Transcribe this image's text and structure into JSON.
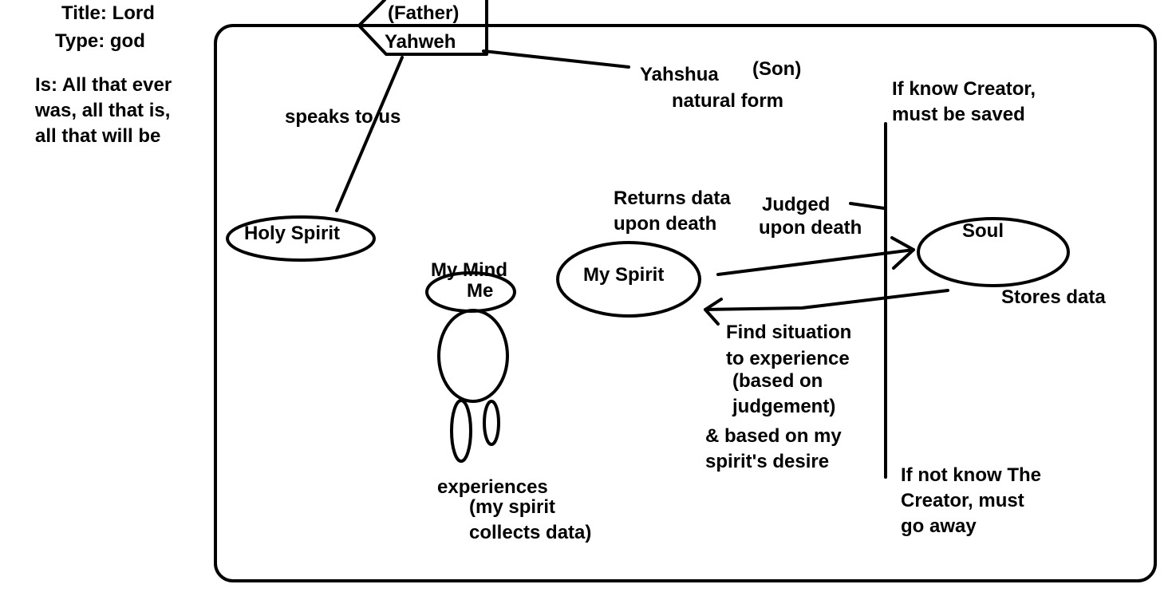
{
  "header": {
    "title_line": "Title: Lord",
    "type_line": "Type: god",
    "is_lines": [
      "Is: All that ever",
      "was, all that is,",
      "all that will be"
    ]
  },
  "father": {
    "name": "Yahweh",
    "role": "(Father)"
  },
  "son": {
    "name": "Yahshua",
    "role": "(Son)",
    "form": "natural form"
  },
  "holy_spirit": {
    "name": "Holy Spirit",
    "relation": "speaks to us"
  },
  "me": {
    "mind": "My Mind",
    "label": "Me",
    "experiences": [
      "experiences",
      "(my spirit",
      "collects data)"
    ]
  },
  "spirit": {
    "name": "My Spirit",
    "returns": [
      "Returns data",
      "upon death"
    ]
  },
  "judged": [
    "Judged",
    "upon death"
  ],
  "soul": {
    "name": "Soul",
    "stores": "Stores data"
  },
  "find": [
    "Find situation",
    "to experience",
    "(based on",
    "judgement)"
  ],
  "desire": [
    "& based on my",
    "spirit's desire"
  ],
  "know": [
    "If know Creator,",
    "must be saved"
  ],
  "not_know": [
    "If not know The",
    "Creator, must",
    "go away"
  ]
}
